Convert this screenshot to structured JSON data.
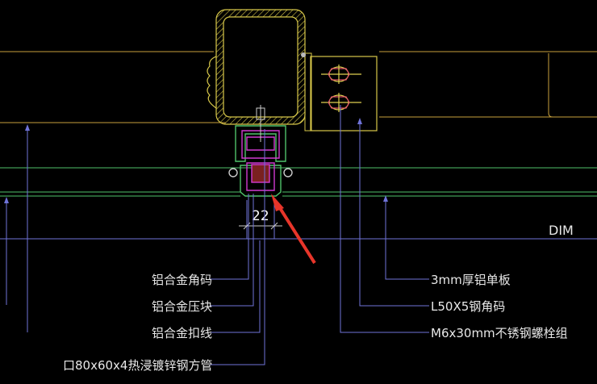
{
  "drawing": {
    "dimension_value": "22",
    "dim_layer_tag": "DIM",
    "colors": {
      "background": "#000000",
      "steel": "#d8c84a",
      "plate": "#c8a13c",
      "leader": "#6f73d9",
      "extrusion": "#4fc26a",
      "clip": "#d13ad1",
      "bolt": "#e0d050",
      "arrow": "#e8352a",
      "text": "#e8e8e8"
    },
    "labels_left": [
      {
        "text": "铝合金角码"
      },
      {
        "text": "铝合金压块"
      },
      {
        "text": "铝合金扣线"
      },
      {
        "text": "口80x60x4热浸镀锌钢方管"
      }
    ],
    "labels_right": [
      {
        "text": "3mm厚铝单板"
      },
      {
        "text": "L50X5钢角码"
      },
      {
        "text": "M6x30mm不锈钢螺栓组"
      }
    ]
  }
}
